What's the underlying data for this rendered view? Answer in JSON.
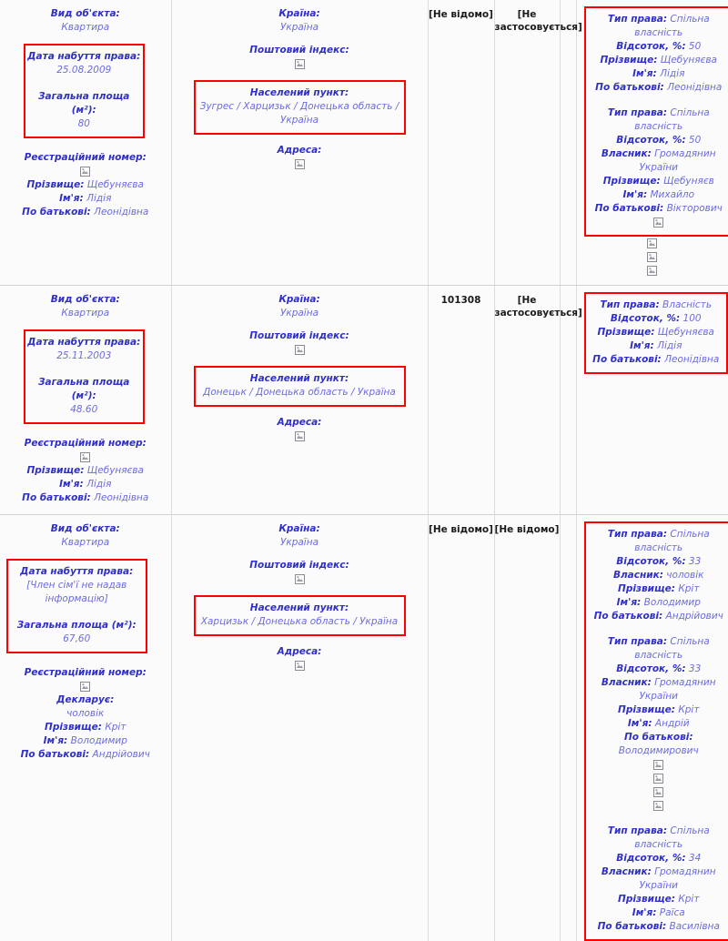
{
  "meta": {
    "colors": {
      "label": "#2f2fc8",
      "value": "#6b6be0",
      "plain_text": "#1b1b1b",
      "highlight_border": "#ff0000",
      "page_background": "#fbfbfb",
      "grid_line": "#dcdcdc"
    },
    "icon_names": [
      "broken-image-icon"
    ]
  },
  "labels": {
    "object_type": "Вид об'єкта:",
    "acquisition_date": "Дата набуття права:",
    "total_area": "Загальна площа (м²):",
    "registration_number": "Реєстраційний номер:",
    "surname": "Прізвище:",
    "firstname": "Ім'я:",
    "patronymic": "По батькові:",
    "declares": "Декларує:",
    "country": "Країна:",
    "postal_index": "Поштовий індекс:",
    "settlement": "Населений пункт:",
    "address": "Адреса:",
    "right_type": "Тип права:",
    "percent": "Відсоток, %:",
    "owner": "Власник:"
  },
  "rows": [
    {
      "object": {
        "object_type": "Квартира",
        "acquisition_date": "25.08.2009",
        "total_area": "80",
        "registration_number": "broken-image-icon",
        "surname": "Щебуняєва",
        "firstname": "Лідія",
        "patronymic": "Леонідівна"
      },
      "geo": {
        "country": "Україна",
        "postal_index": "broken-image-icon",
        "settlement": "Зугрес / Харцизьк / Донецька область / Україна",
        "address": "broken-image-icon"
      },
      "index_cell": "[Не відомо]",
      "cost_cell": "[Не застосовується]",
      "rights": [
        {
          "right_type": "Спільна власність",
          "percent": "50",
          "owner": null,
          "surname": "Щебуняєва",
          "firstname": "Лідія",
          "patronymic": "Леонідівна"
        },
        {
          "right_type": "Спільна власність",
          "percent": "50",
          "owner": "Громадянин України",
          "surname": "Щебуняєв",
          "firstname": "Михайло",
          "patronymic": "Вікторович"
        }
      ],
      "rights_glyphs_inside": 1,
      "rights_glyphs_outside": 3
    },
    {
      "object": {
        "object_type": "Квартира",
        "acquisition_date": "25.11.2003",
        "total_area": "48.60",
        "registration_number": "broken-image-icon",
        "surname": "Щебуняєва",
        "firstname": "Лідія",
        "patronymic": "Леонідівна"
      },
      "geo": {
        "country": "Україна",
        "postal_index": "broken-image-icon",
        "settlement": "Донецьк / Донецька область / Україна",
        "address": "broken-image-icon"
      },
      "index_cell": "101308",
      "cost_cell": "[Не застосовується]",
      "rights": [
        {
          "right_type": "Власність",
          "percent": "100",
          "owner": null,
          "surname": "Щебуняєва",
          "firstname": "Лідія",
          "patronymic": "Леонідівна"
        }
      ],
      "rights_glyphs_inside": 0,
      "rights_glyphs_outside": 0
    },
    {
      "object": {
        "object_type": "Квартира",
        "acquisition_date": "[Член сім'ї не надав інформацію]",
        "total_area": "67,60",
        "registration_number": "broken-image-icon",
        "declares": "чоловік",
        "surname": "Кріт",
        "firstname": "Володимир",
        "patronymic": "Андрійович"
      },
      "geo": {
        "country": "Україна",
        "postal_index": "broken-image-icon",
        "settlement": "Харцизьк / Донецька область / Україна",
        "address": "broken-image-icon"
      },
      "index_cell": "[Не відомо]",
      "cost_cell": "[Не відомо]",
      "rights": [
        {
          "right_type": "Спільна власність",
          "percent": "33",
          "owner": "чоловік",
          "surname": "Кріт",
          "firstname": "Володимир",
          "patronymic": "Андрійович"
        },
        {
          "right_type": "Спільна власність",
          "percent": "33",
          "owner": "Громадянин України",
          "surname": "Кріт",
          "firstname": "Андрій",
          "patronymic": "Володимирович"
        },
        {
          "right_type": "Спільна власність",
          "percent": "34",
          "owner": "Громадянин України",
          "surname": "Кріт",
          "firstname": "Раїса",
          "patronymic": "Василівна"
        }
      ],
      "rights_glyphs_inside": 4,
      "rights_glyphs_outside": 0
    }
  ]
}
